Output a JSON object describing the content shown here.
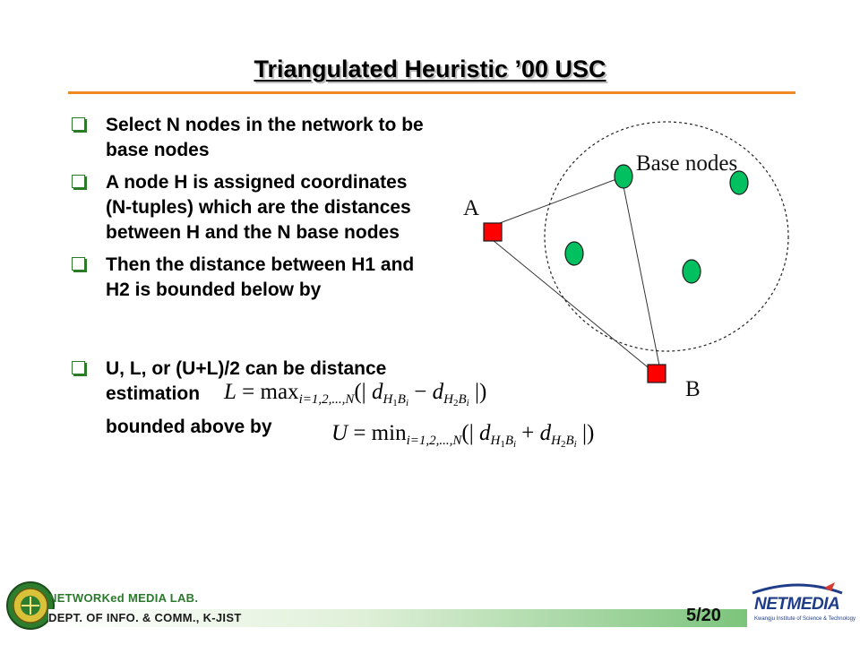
{
  "slide": {
    "title": "Triangulated Heuristic ’00 USC",
    "bullets": [
      "Select N nodes in the network to be base nodes",
      "A node H is assigned coordinates (N-tuples) which are the distances between H and the N base nodes",
      "Then the distance between H1 and H2 is bounded below by",
      "U, L, or (U+L)/2 can be distance estimation"
    ],
    "bounded_above": "bounded above by",
    "formula_lower": {
      "lhs": "L",
      "func": "max",
      "range": "i=1,2,...,N",
      "open": "(|",
      "term1_var": "d",
      "term1_sub": "H",
      "term1_subsub1": "1",
      "term1_subsub2": "B",
      "term1_subsub3": "i",
      "op": "−",
      "term2_var": "d",
      "term2_sub": "H",
      "term2_subsub1": "2",
      "term2_subsub2": "B",
      "term2_subsub3": "i",
      "close": "|)"
    },
    "formula_upper": {
      "lhs": "U",
      "func": "min",
      "range": "i=1,2,...,N",
      "open": "(|",
      "term1_var": "d",
      "term1_sub": "H",
      "term1_subsub1": "1",
      "term1_subsub2": "B",
      "term1_subsub3": "i",
      "op": "+",
      "term2_var": "d",
      "term2_sub": "H",
      "term2_subsub1": "2",
      "term2_subsub2": "B",
      "term2_subsub3": "i",
      "close": "|)"
    }
  },
  "diagram": {
    "base_nodes_label": "Base nodes",
    "node_a_label": "A",
    "node_b_label": "B",
    "base_node_color": "#00c060",
    "endpoint_color": "#ff0000"
  },
  "footer": {
    "lab_name": "NETWORKed MEDIA LAB.",
    "dept_name": "DEPT. OF INFO. & COMM., K-JIST",
    "page": "5/20",
    "logo_word": "NETMEDIA",
    "logo_sub": "Kwangju Institute of Science & Technology",
    "accent_color": "#ef8a1f"
  }
}
